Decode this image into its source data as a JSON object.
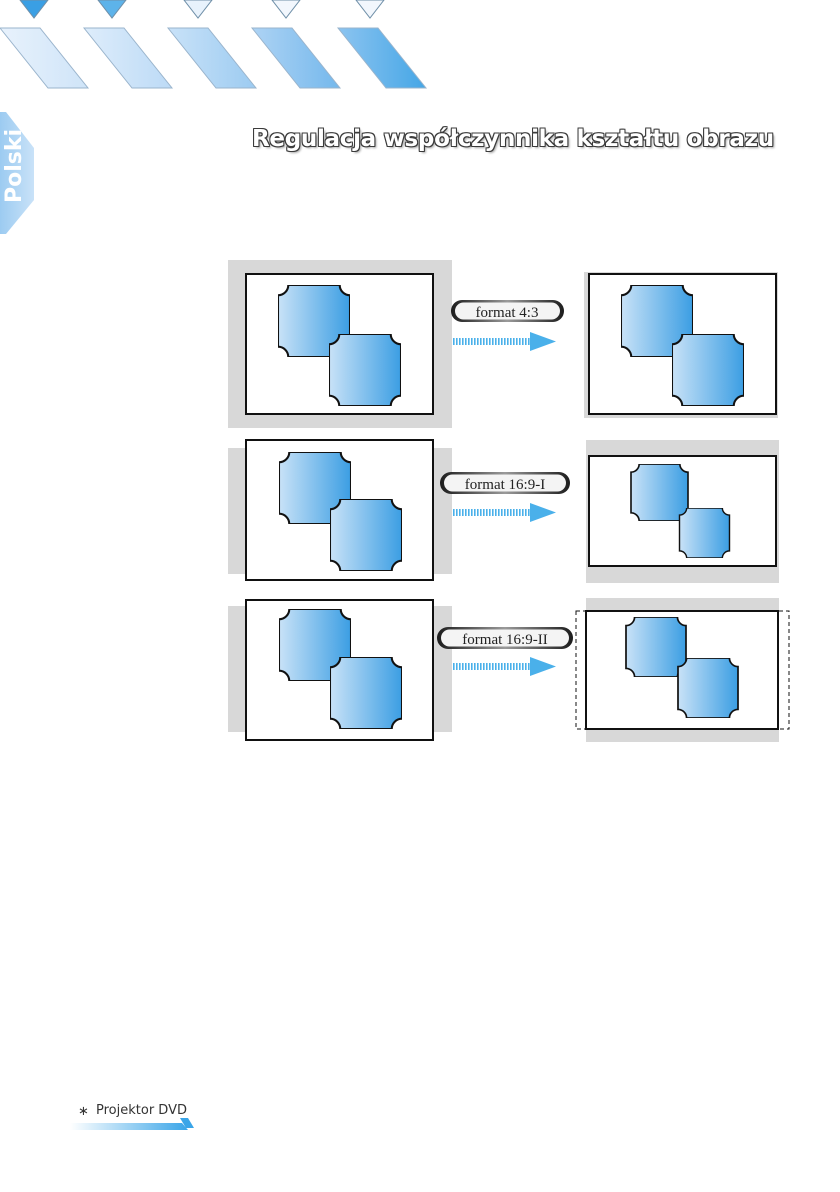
{
  "title": "Regulacja współczynnika kształtu obrazu",
  "side_tab": {
    "label": "Polski"
  },
  "footer": {
    "star": "∗",
    "label": "Projektor DVD"
  },
  "formats": [
    {
      "label": "format 4:3"
    },
    {
      "label": "format 16:9-I"
    },
    {
      "label": "format 16:9-II"
    }
  ],
  "colors": {
    "header_light": "#d6e9fa",
    "header_dark": "#3aa5e8",
    "shape_light": "#c7e0f6",
    "shape_dark": "#3d9fe3",
    "arrow": "#4ab0ea",
    "gray_bg": "#d8d8d8"
  }
}
